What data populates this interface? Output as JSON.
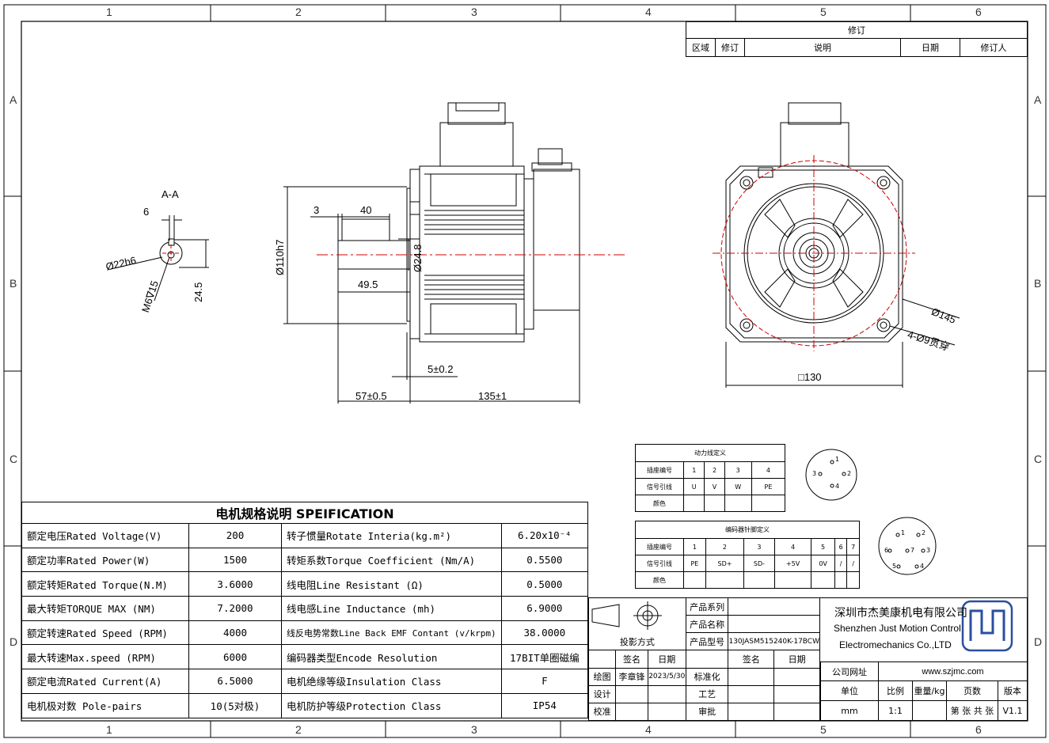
{
  "zones": {
    "columns": [
      "1",
      "2",
      "3",
      "4",
      "5",
      "6"
    ],
    "rows": [
      "A",
      "B",
      "C",
      "D"
    ]
  },
  "revision": {
    "title": "修订",
    "headers": [
      "区域",
      "修订",
      "说明",
      "日期",
      "修订人"
    ]
  },
  "section": {
    "label": "A-A",
    "key_width": "6",
    "shaft_dia": "Ø22h6",
    "thread": "M6∇15",
    "key_height": "24.5"
  },
  "side_view": {
    "d3": "3",
    "d40": "40",
    "d495": "49.5",
    "d248": "Ø24.8",
    "d110": "Ø110h7",
    "d5": "5±0.2",
    "d57": "57±0.5",
    "d135": "135±1"
  },
  "front_view": {
    "d145": "Ø145",
    "holes": "4-Ø9贯穿",
    "square": "□130"
  },
  "power_table": {
    "title": "动力线定义",
    "row1_label": "插座编号",
    "row1": [
      "1",
      "2",
      "3",
      "4"
    ],
    "row2_label": "信号引线",
    "row2": [
      "U",
      "V",
      "W",
      "PE"
    ],
    "row3_label": "颜色"
  },
  "encoder_table": {
    "title": "编码器针脚定义",
    "row1_label": "插座编号",
    "row1": [
      "1",
      "2",
      "3",
      "4",
      "5",
      "6",
      "7"
    ],
    "row2_label": "信号引线",
    "row2": [
      "PE",
      "SD+",
      "SD-",
      "+5V",
      "0V",
      "/",
      "/"
    ],
    "row3_label": "颜色"
  },
  "connector4": [
    "1",
    "2",
    "3",
    "4"
  ],
  "connector7": [
    "1",
    "2",
    "3",
    "4",
    "5",
    "6",
    "7"
  ],
  "spec": {
    "title": "电机规格说明 SPEIFICATION",
    "rows": [
      {
        "l1": "额定电压Rated Voltage(V)",
        "v1": "200",
        "l2": "转子惯量Rotate Interia(kg.m²)",
        "v2": "6.20x10⁻⁴"
      },
      {
        "l1": "额定功率Rated Power(W)",
        "v1": "1500",
        "l2": "转矩系数Torque Coefficient (Nm/A)",
        "v2": "0.5500"
      },
      {
        "l1": "额定转矩Rated Torque(N.M)",
        "v1": "3.6000",
        "l2": "线电阻Line Resistant (Ω)",
        "v2": "0.5000"
      },
      {
        "l1": "最大转矩TORQUE MAX (NM)",
        "v1": "7.2000",
        "l2": "线电感Line Inductance (mh)",
        "v2": "6.9000"
      },
      {
        "l1": "额定转速Rated Speed (RPM)",
        "v1": "4000",
        "l2": "线反电势常数Line Back EMF Contant (v/krpm)",
        "v2": "38.0000"
      },
      {
        "l1": "最大转速Max.speed (RPM)",
        "v1": "6000",
        "l2": "编码器类型Encode Resolution",
        "v2": "17BIT单圈磁编"
      },
      {
        "l1": "额定电流Rated Current(A)",
        "v1": "6.5000",
        "l2": "电机绝缘等级Insulation Class",
        "v2": "F"
      },
      {
        "l1": "电机极对数 Pole-pairs",
        "v1": "10(5对极)",
        "l2": "电机防护等级Protection Class",
        "v2": "IP54"
      }
    ]
  },
  "title_block": {
    "product_series": "产品系列",
    "product_name": "产品名称",
    "projection": "投影方式",
    "product_model": "产品型号",
    "model_value": "130JASM515240K-17BCW",
    "sign": "签名",
    "date": "日期",
    "draw": "绘图",
    "drawer": "李章锋",
    "draw_date": "2023/5/30",
    "standard": "标准化",
    "design": "设计",
    "process": "工艺",
    "check": "校准",
    "approve": "审批",
    "company_cn": "深圳市杰美康机电有限公司",
    "company_en1": "Shenzhen Just Motion Control",
    "company_en2": "Electromechanics Co.,LTD",
    "website_label": "公司网址",
    "website": "www.szjmc.com",
    "unit": "单位",
    "ratio": "比例",
    "weight": "重量/kg",
    "pages": "页数",
    "version": "版本",
    "unit_value": "mm",
    "ratio_value": "1:1",
    "page_text": "第 张 共 张",
    "version_value": "V1.1"
  },
  "colors": {
    "center_line": "#d00000",
    "logo": "#2a4fa0"
  }
}
